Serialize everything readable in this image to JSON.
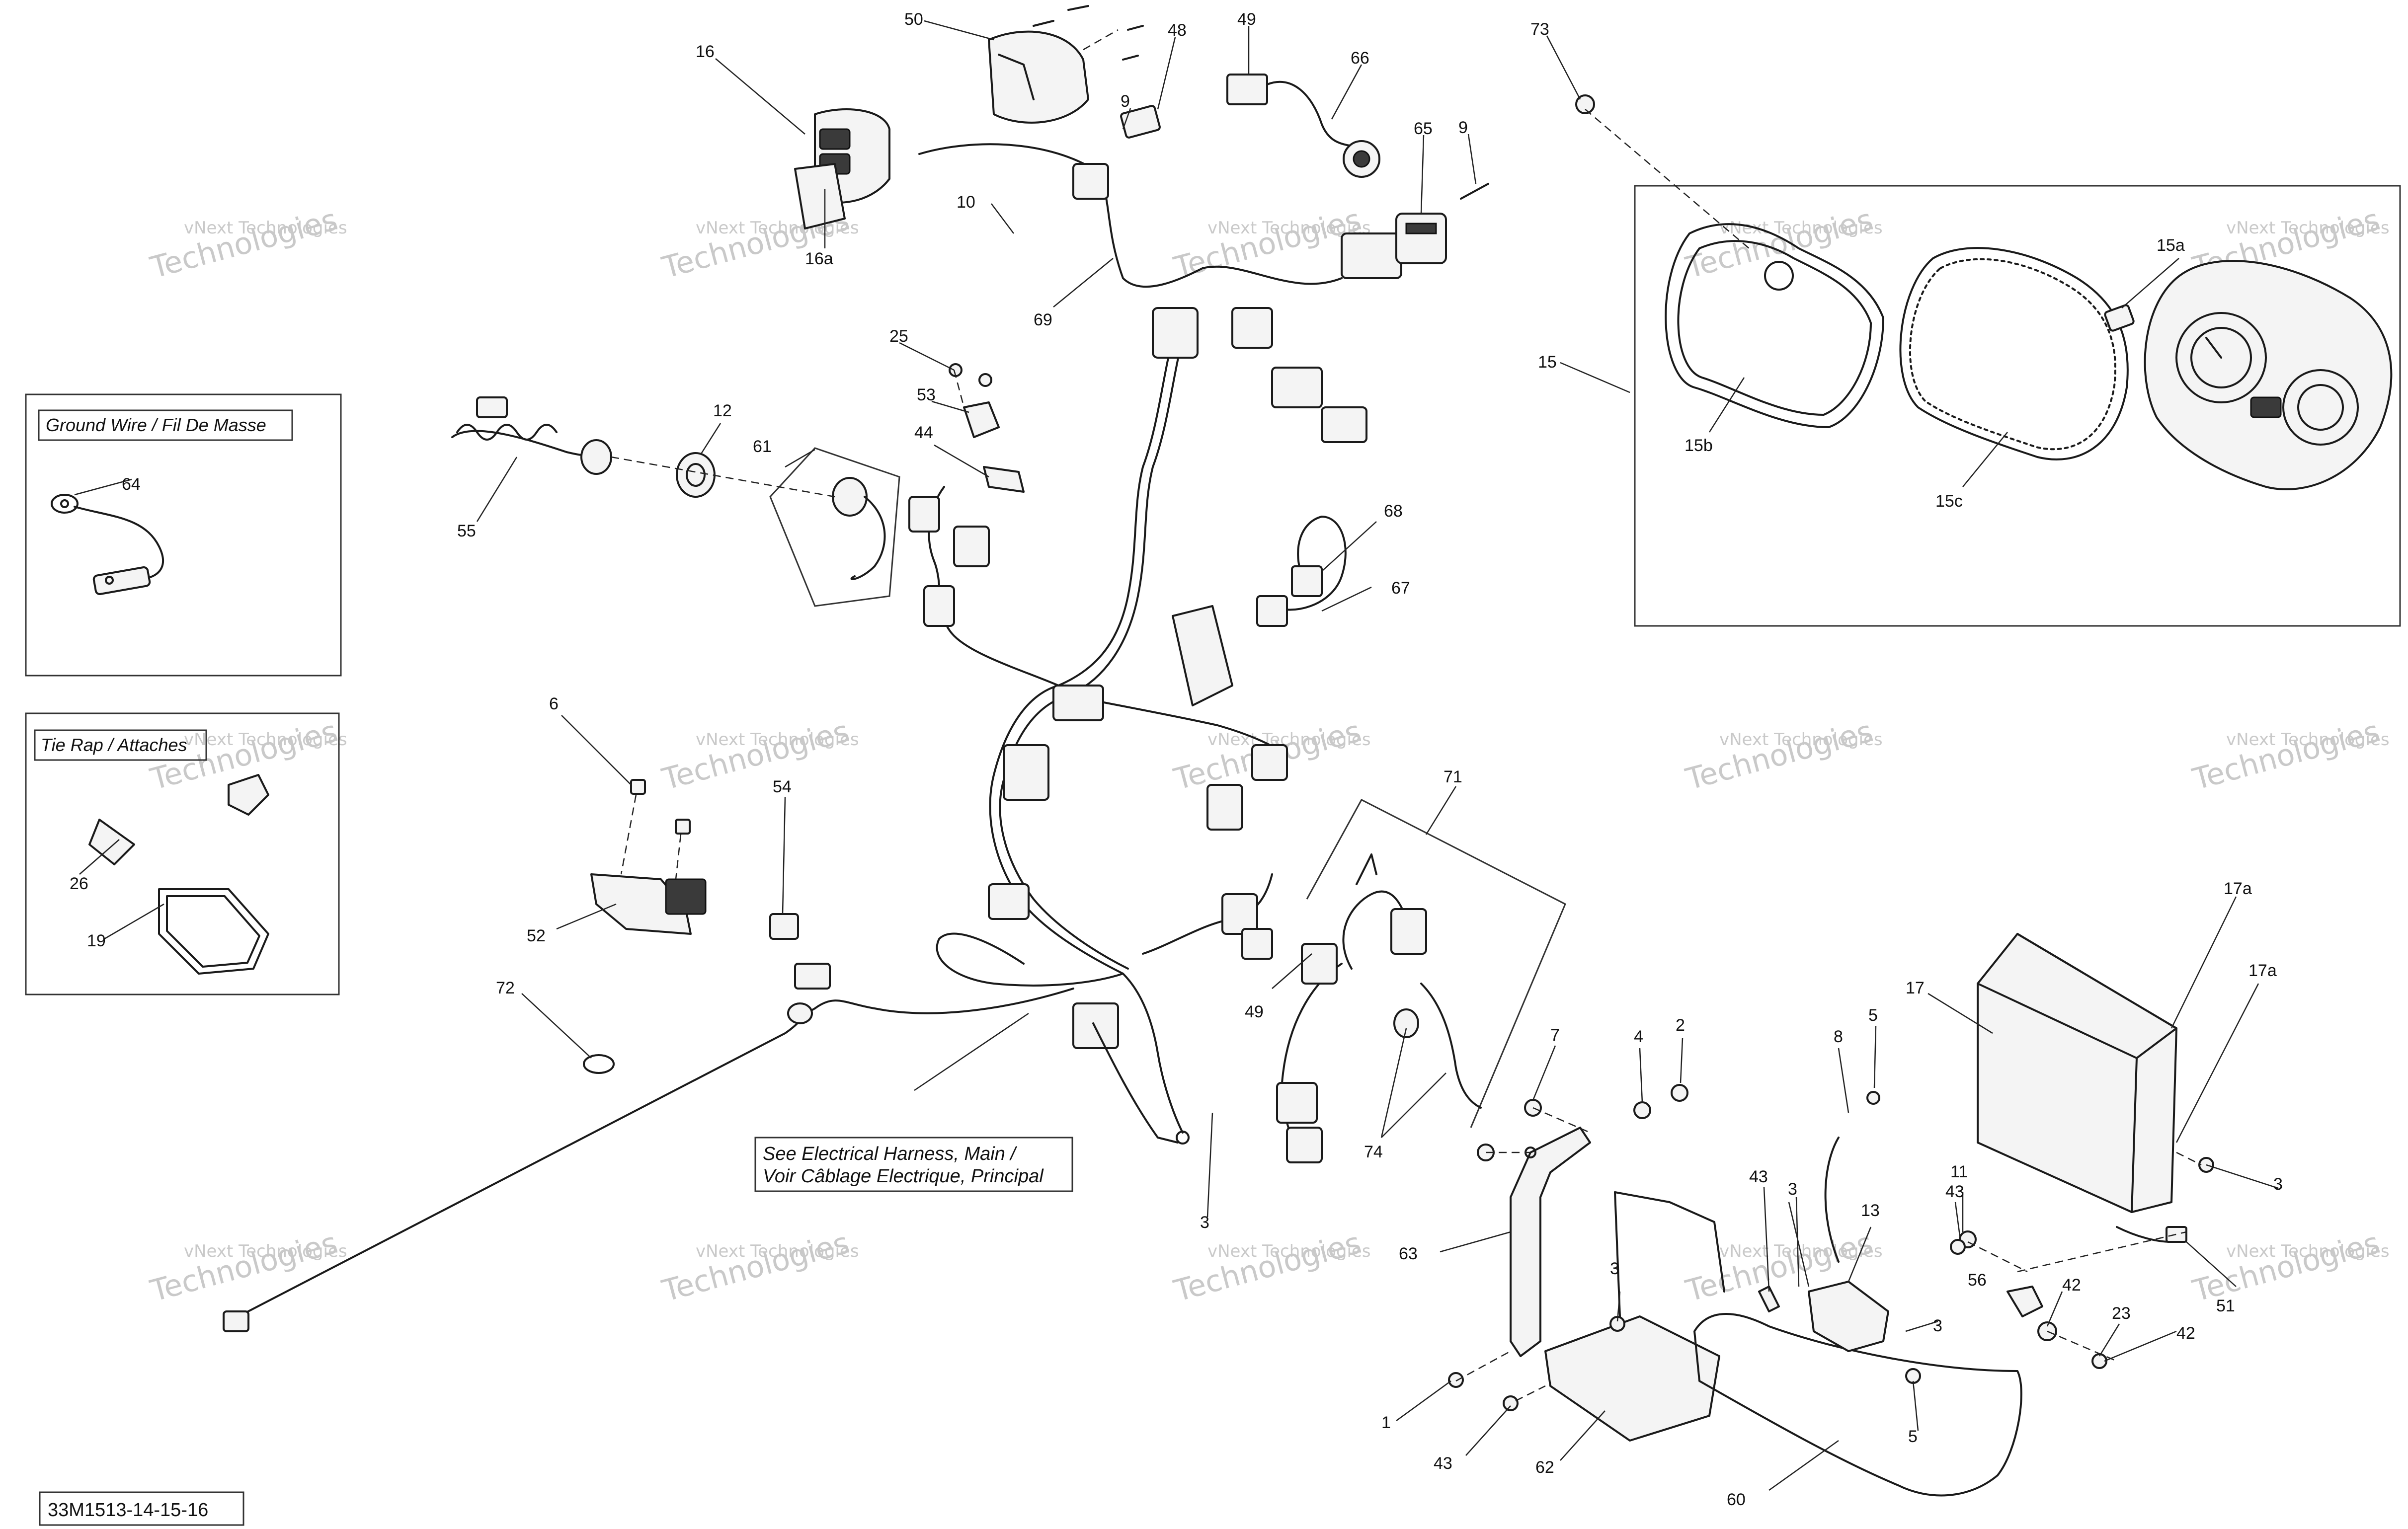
{
  "diagram": {
    "reference_code": "33M1513-14-15-16",
    "watermark": {
      "line1": "vNext Technologies",
      "line2": "Technologies"
    },
    "insets": {
      "ground_wire": {
        "title": "Ground Wire / Fil De Masse"
      },
      "tie_rap": {
        "title": "Tie Rap / Attaches"
      }
    },
    "notes": {
      "harness_main_line1": "See Electrical Harness, Main /",
      "harness_main_line2": "Voir Câblage Electrique, Principal"
    },
    "callouts": [
      "50",
      "48",
      "49",
      "66",
      "73",
      "16",
      "9",
      "65",
      "9",
      "10",
      "16a",
      "69",
      "15",
      "15a",
      "15b",
      "15c",
      "25",
      "53",
      "12",
      "44",
      "61",
      "55",
      "68",
      "67",
      "64",
      "6",
      "71",
      "54",
      "52",
      "72",
      "26",
      "19",
      "49",
      "74",
      "7",
      "4",
      "2",
      "8",
      "5",
      "17",
      "17a",
      "17a",
      "3",
      "43",
      "3",
      "13",
      "43",
      "11",
      "3",
      "63",
      "56",
      "42",
      "23",
      "3",
      "51",
      "3",
      "1",
      "42",
      "5",
      "62",
      "43",
      "60"
    ]
  }
}
